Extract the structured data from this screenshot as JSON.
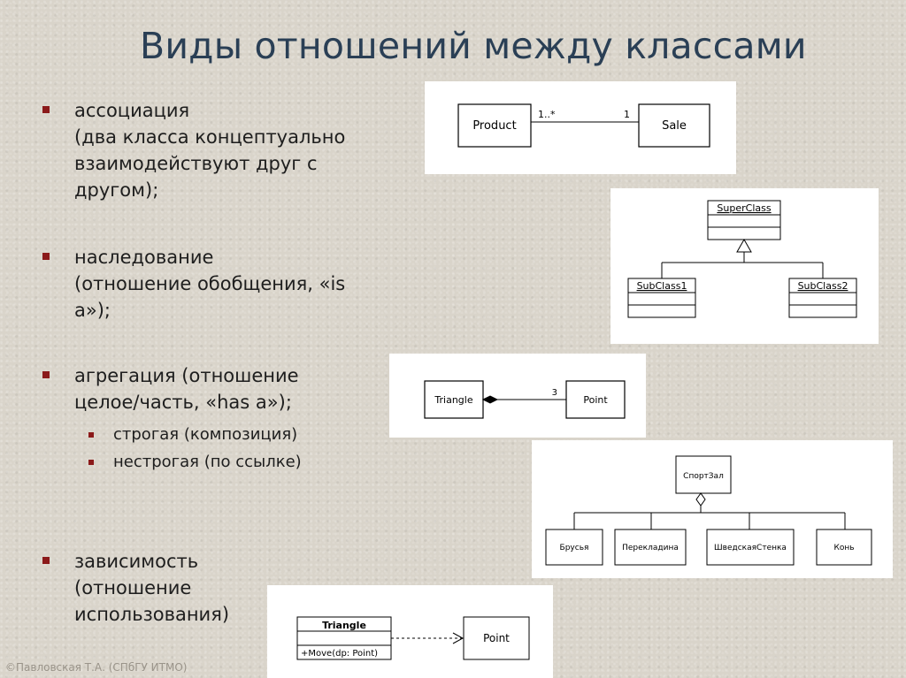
{
  "title": "Виды отношений между классами",
  "bullets": [
    {
      "label": "ассоциация",
      "desc": "(два класса концептуально взаимодействуют друг с другом);"
    },
    {
      "label": "наследование",
      "desc": "(отношение обобщения, «is a»);"
    },
    {
      "label": "агрегация (отношение целое/часть, «has a»);",
      "desc": ""
    },
    {
      "label": "зависимость",
      "desc": "(отношение использования)"
    }
  ],
  "sub_bullets": [
    "строгая (композиция)",
    "нестрогая (по ссылке)"
  ],
  "diagrams": {
    "association": {
      "left": "Product",
      "right": "Sale",
      "left_mult": "1..*",
      "right_mult": "1"
    },
    "inheritance": {
      "parent": "SuperClass",
      "child1": "SubClass1",
      "child2": "SubClass2"
    },
    "composition": {
      "whole": "Triangle",
      "part": "Point",
      "mult": "3"
    },
    "aggregation": {
      "whole": "СпортЗал",
      "parts": [
        "Брусья",
        "Перекладина",
        "ШведскаяСтенка",
        "Конь"
      ]
    },
    "dependency": {
      "client": "Triangle",
      "method": "+Move(dp: Point)",
      "supplier": "Point"
    }
  },
  "footer": "©Павловская Т.А. (СПбГУ ИТМО)",
  "colors": {
    "title": "#2a3f55",
    "bullet": "#8b1a1a",
    "background": "#d9d4ca"
  }
}
